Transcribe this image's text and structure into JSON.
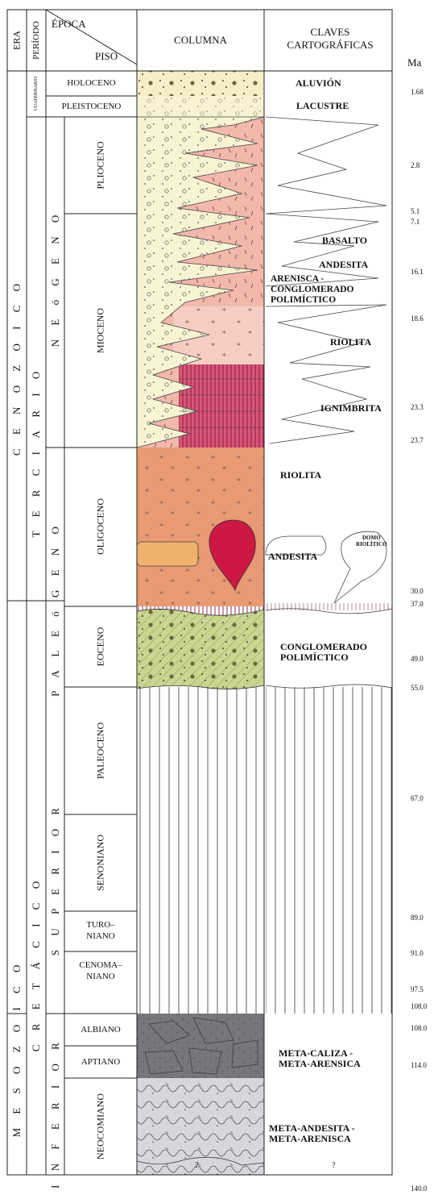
{
  "header": {
    "era": "ERA",
    "periodo": "PERÍODO",
    "epoca": "ÉPOCA",
    "piso": "PISO",
    "columna": "COLUMNA",
    "claves": "CLAVES CARTOGRÁFICAS",
    "ma": "Ma"
  },
  "eras": {
    "cenozoico": "C E N O Z O I C O",
    "mesozoico": "M E S O Z O I C O"
  },
  "periodos": {
    "cuaternario": "CUATERNARIO",
    "terciario": "T E R C I A R I O",
    "cretacico": "C R E T Á C I C O"
  },
  "epocas": {
    "holoceno": "HOLOCENO",
    "pleistoceno": "PLEISTOCENO",
    "neogeno": "N E ó G E N O",
    "paleogeno": "P A L E ó G E N O",
    "superior": "S U P E R I O R",
    "inferior": "I N F E R I O R"
  },
  "pisos": {
    "plioceno": "PLIOCENO",
    "mioceno": "MIOCENO",
    "oligoceno": "OLIGOCENO",
    "eoceno": "EOCENO",
    "paleoceno": "PALEOCENO",
    "senoniano": "SENONIANO",
    "turoniano": "TURO–\nNIANO",
    "cenomaniano": "CENOMA–\nNIANO",
    "albiano": "ALBIANO",
    "aptiano": "APTIANO",
    "neocomiano": "NEOCOMIANO"
  },
  "claves": {
    "aluvion": "ALUVIÓN",
    "lacustre": "LACUSTRE",
    "basalto": "BASALTO",
    "andesita_neo": "ANDESITA",
    "arenisca": "ARENISCA -\nCONGLOMERADO\nPOLIMÍCTICO",
    "riolita_neo": "RIOLITA",
    "ignimbrita": "IGNIMBRITA",
    "riolita_oli": "RIOLITA",
    "andesita_oli": "ANDESITA",
    "domo": "DOMO\nRIOLÍTICO",
    "conglomerado": "CONGLOMERADO\nPOLIMÍCTICO",
    "metacaliza": "META-CALIZA -\nMETA-ARENSICA",
    "metaandesita": "META-ANDESITA -\nMETA-ARENISCA",
    "q1": "?",
    "q2": "?"
  },
  "ma_values": [
    "1.68",
    "2.8",
    "5.1",
    "7.1",
    "16.1",
    "18.6",
    "23.3",
    "23.7",
    "30.0",
    "37.0",
    "49.0",
    "55.0",
    "67.0",
    "89.0",
    "91.0",
    "97.5",
    "108.0",
    "108.0",
    "114.0",
    "140.0"
  ],
  "colors": {
    "aluvion": "#f6eec6",
    "pink": "#f1b8ab",
    "pink_light": "#f6cdc3",
    "magenta": "#d9557a",
    "orange": "#e79a73",
    "orange_light": "#f0b06e",
    "red": "#cf1743",
    "green": "#c9d692",
    "gray_dark": "#77767d",
    "gray_light": "#d6d7da"
  }
}
